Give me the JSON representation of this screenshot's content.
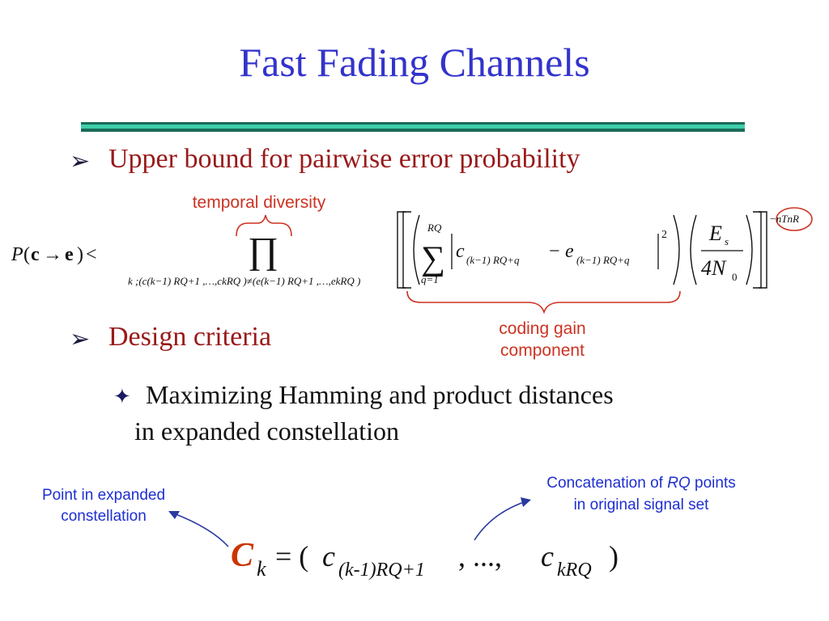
{
  "slide": {
    "title": "Fast Fading Channels",
    "bullets": [
      {
        "marker": "➢",
        "text": "Upper bound for pairwise error probability"
      },
      {
        "marker": "➢",
        "text": "Design criteria"
      }
    ],
    "sub_bullet": {
      "marker": "✦",
      "line1": "Maximizing Hamming and product distances",
      "line2": "in expanded constellation"
    },
    "annotations": {
      "temporal_diversity": "temporal diversity",
      "coding_gain_line1": "coding gain",
      "coding_gain_line2": "component",
      "point_expanded_line1": "Point in expanded",
      "point_expanded_line2": "constellation",
      "concat_line1_a": "Concatenation of",
      "concat_line1_rq": "RQ",
      "concat_line1_b": "points",
      "concat_line2": "in original signal set"
    },
    "formula": {
      "lhs_P": "P",
      "lhs_c": "c",
      "lhs_arrow": "→",
      "lhs_e": "e",
      "lhs_lt": "<",
      "product_symbol": "∏",
      "product_subscript": "k ;(c(k−1) RQ+1 ,…,ckRQ )≠(e(k−1) RQ+1 ,…,ekRQ )",
      "sum_symbol": "∑",
      "sum_upper": "RQ",
      "sum_lower": "q=1",
      "term_c": "c",
      "term_c_sub": "(k−1) RQ+q",
      "minus": "−",
      "term_e": "e",
      "term_e_sub": "(k−1) RQ+q",
      "square": "2",
      "frac_num_E": "E",
      "frac_num_sub": "s",
      "frac_den": "4N",
      "frac_den_sub": "0",
      "exponent": "−nTnR"
    },
    "ck_formula": {
      "C": "C",
      "k": "k",
      "eq": "= (",
      "c1": "c",
      "c1_sub": "(k-1)RQ+1",
      "dots": ", ..., ",
      "c2": "c",
      "c2_sub": "kRQ",
      "close": ")"
    },
    "colors": {
      "title": "#3333cc",
      "bullet": "#991a1a",
      "annotation_red": "#cc3322",
      "annotation_blue": "#1e2fd0",
      "rule_dark": "#1c6b5a",
      "rule_light": "#3fcfa8",
      "ck_C": "#cc3300"
    }
  }
}
